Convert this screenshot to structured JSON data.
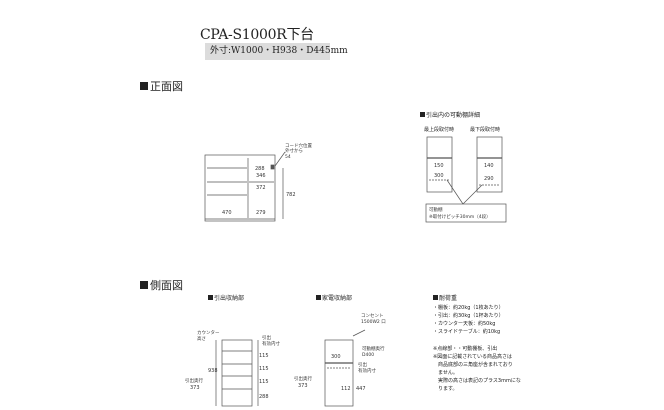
{
  "title": "CPA-S1000R下台",
  "spec": "外寸:W1000・H938・D445mm",
  "front": {
    "heading": "正面図",
    "cord_label": [
      "コード穴位置",
      "外寸から",
      "54"
    ],
    "dims": {
      "d288": "288",
      "d346": "346",
      "d372": "372",
      "d782": "782",
      "d470": "470",
      "d279": "279"
    }
  },
  "detail": {
    "heading": "引出内の可動棚詳細",
    "top_label": "最上段取付時",
    "bottom_label": "最下段取付時",
    "dims": {
      "a150": "150",
      "a300": "300",
      "b140": "140",
      "b290": "290"
    },
    "note": [
      "可動棚",
      "※取付けピッチ30mm（4段）"
    ]
  },
  "side": {
    "heading": "側面図",
    "drawer_heading": "引出収納部",
    "appliance_heading": "家電収納部",
    "drawer": {
      "counter": [
        "カウンター",
        "高さ"
      ],
      "inner": [
        "引出",
        "有効内寸"
      ],
      "depth": [
        "引出奥行",
        "373"
      ],
      "h938": "938",
      "dims": [
        "115",
        "115",
        "115",
        "288"
      ]
    },
    "appliance": {
      "outlet": [
        "コンセント",
        "1500W2 口"
      ],
      "shelf": [
        "可動棚奥行",
        "D400"
      ],
      "inner": [
        "引出",
        "有効内寸"
      ],
      "depth": [
        "引出奥行",
        "373"
      ],
      "w300": "300",
      "h447": "447",
      "h112": "112"
    }
  },
  "load": {
    "heading": "耐荷重",
    "items": [
      "・棚板：約20kg（1枚あたり）",
      "・引出：約30kg（1杯あたり）",
      "・カウンター天板：約50kg",
      "・スライドテーブル：約10kg"
    ],
    "notes": [
      "※点線部・・可動棚板、引出",
      "※図面に記載されている商品高さは",
      "　商品底部の三角座が含まれており",
      "　ません。",
      "　実際の高さは表記のプラス3mmにな",
      "　ります。"
    ]
  }
}
